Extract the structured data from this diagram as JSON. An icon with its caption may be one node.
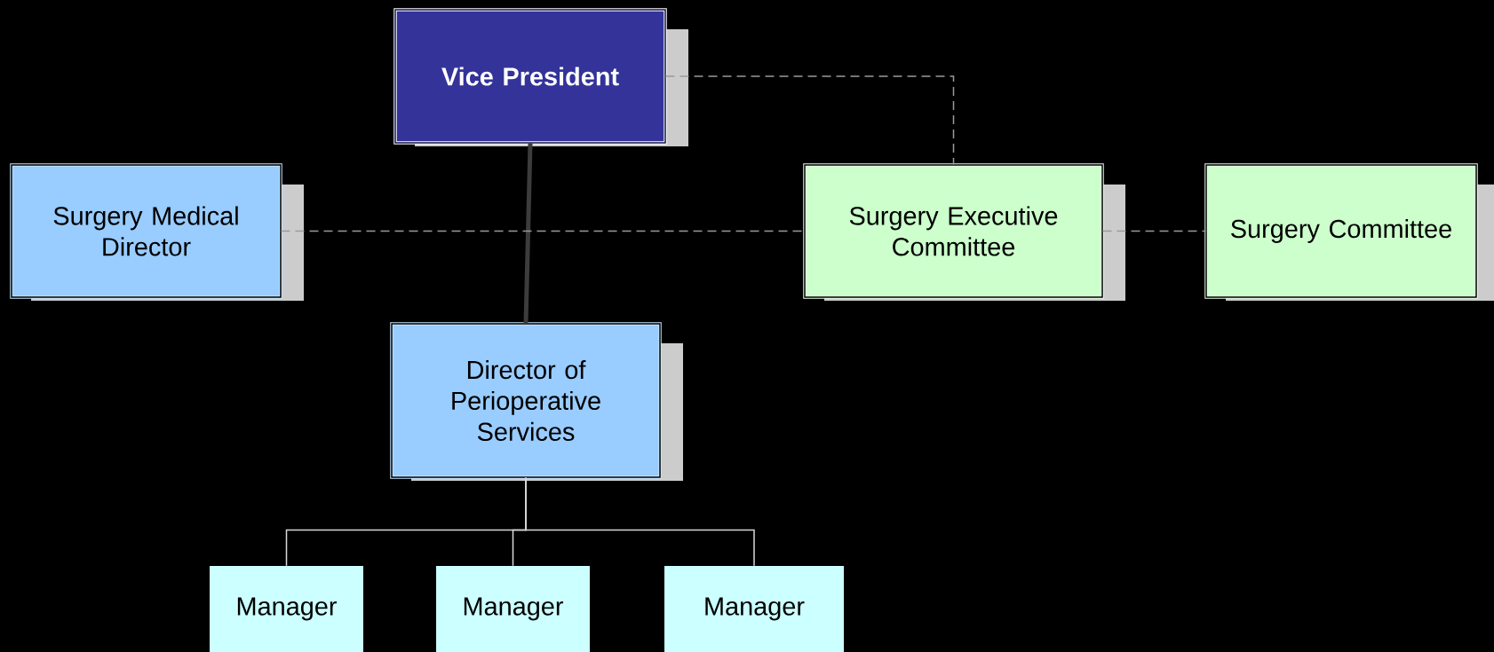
{
  "diagram": {
    "nodes": [
      {
        "text": [
          "Vice President"
        ]
      },
      {
        "text": [
          "Surgery Medical Director"
        ]
      },
      {
        "text": [
          "Surgery Executive Committee"
        ]
      },
      {
        "text": [
          "Surgery Committee"
        ]
      },
      {
        "text": [
          "Director of Perioperative Services"
        ]
      },
      {
        "text": [
          "Manager"
        ]
      },
      {
        "text": [
          "Manager"
        ]
      },
      {
        "text": [
          "Manager"
        ]
      }
    ],
    "edges": [
      {
        "from": 0,
        "to": 4,
        "arrow": "none",
        "style": "thick",
        "color": "#3c3c3c"
      },
      {
        "from": 0,
        "to": 2,
        "arrow": "none",
        "style": "dashed",
        "color": "#9a9a9a"
      },
      {
        "from": 1,
        "to": 2,
        "arrow": "none",
        "style": "dashed",
        "color": "#9a9a9a"
      },
      {
        "from": 2,
        "to": 3,
        "arrow": "none",
        "style": "dashed",
        "color": "#9a9a9a"
      },
      {
        "from": 4,
        "to": 5,
        "arrow": "none"
      },
      {
        "from": 4,
        "to": 6,
        "arrow": "none"
      },
      {
        "from": 4,
        "to": 7,
        "arrow": "none"
      }
    ]
  }
}
